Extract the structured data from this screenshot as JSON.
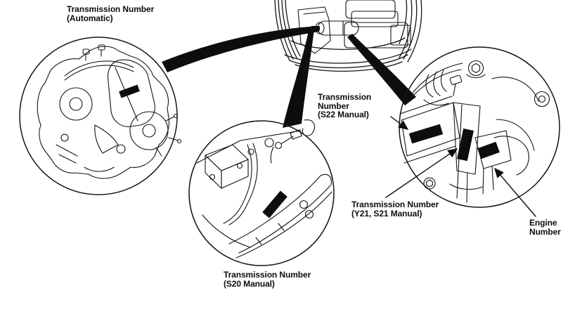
{
  "figure": {
    "kind": "service-manual identification diagram",
    "colors": {
      "ink": "#0d0d0d",
      "paper": "#ffffff",
      "marker": "#0d0d0d"
    },
    "labels": {
      "transmission_automatic": "Transmission Number\n(Automatic)",
      "transmission_s22": "Transmission\nNumber\n(S22 Manual)",
      "transmission_y21_s21": "Transmission Number\n(Y21, S21 Manual)",
      "transmission_s20": "Transmission Number\n(S20 Manual)",
      "engine_number": "Engine\nNumber"
    }
  }
}
